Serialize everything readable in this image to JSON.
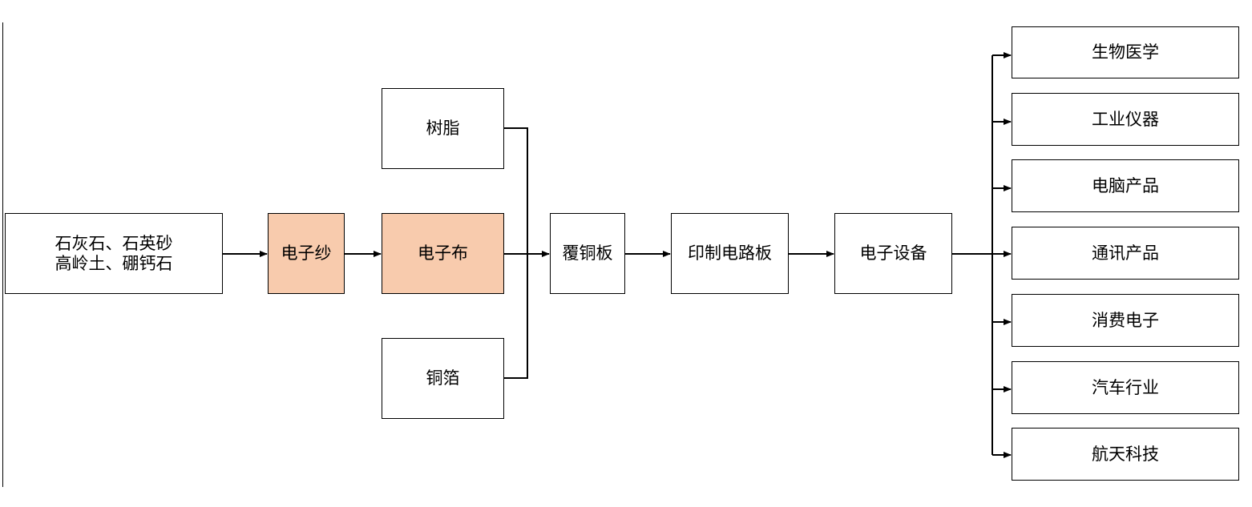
{
  "nodes": {
    "raw_materials": {
      "line1": "石灰石、石英砂",
      "line2": "高岭土、硼钙石"
    },
    "electronic_yarn": {
      "label": "电子纱",
      "color": "#f8cbad"
    },
    "electronic_cloth": {
      "label": "电子布",
      "color": "#f8cbad"
    },
    "resin": {
      "label": "树脂"
    },
    "copper_foil": {
      "label": "铜箔"
    },
    "ccl": {
      "label": "覆铜板"
    },
    "pcb": {
      "label": "印制电路板"
    },
    "electronic_equipment": {
      "label": "电子设备"
    }
  },
  "applications": [
    {
      "label": "生物医学"
    },
    {
      "label": "工业仪器"
    },
    {
      "label": "电脑产品"
    },
    {
      "label": "通讯产品"
    },
    {
      "label": "消费电子"
    },
    {
      "label": "汽车行业"
    },
    {
      "label": "航天科技"
    }
  ]
}
